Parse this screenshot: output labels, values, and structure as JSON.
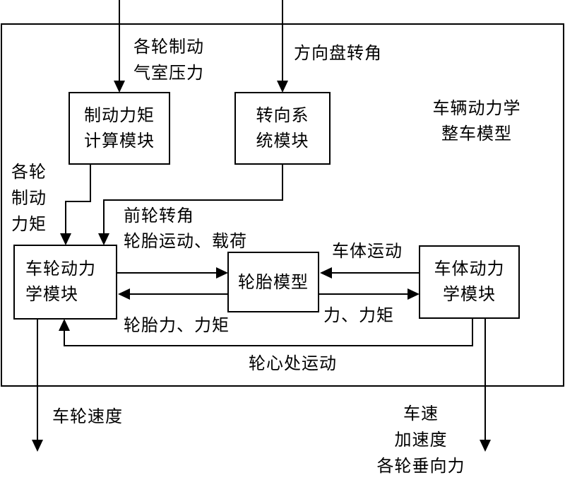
{
  "diagram": {
    "container": {
      "title_line1": "车辆动力学",
      "title_line2": "整车模型"
    },
    "blocks": {
      "brake_torque": {
        "line1": "制动力矩",
        "line2": "计算模块"
      },
      "steering": {
        "line1": "转向系",
        "line2": "统模块"
      },
      "wheel_dynamics": {
        "line1": "车轮动力",
        "line2": "学模块"
      },
      "tire_model": {
        "line1": "轮胎模型"
      },
      "body_dynamics": {
        "line1": "车体动力",
        "line2": "学模块"
      }
    },
    "signals": {
      "brake_chamber_pressure": {
        "line1": "各轮制动",
        "line2": "气室压力"
      },
      "steering_wheel_angle": "方向盘转角",
      "wheel_brake_torque": {
        "line1": "各轮",
        "line2": "制动",
        "line3": "力矩"
      },
      "front_wheel_angle": {
        "line1": "前轮转角",
        "line2": "轮胎运动、载荷"
      },
      "body_motion": "车体运动",
      "tire_force_torque": "轮胎力、力矩",
      "force_torque": "力、力矩",
      "wheel_center_motion": "轮心处运动",
      "wheel_speed": "车轮速度",
      "vehicle_outputs": {
        "line1": "车速",
        "line2": "加速度",
        "line3": "各轮垂向力"
      }
    }
  }
}
